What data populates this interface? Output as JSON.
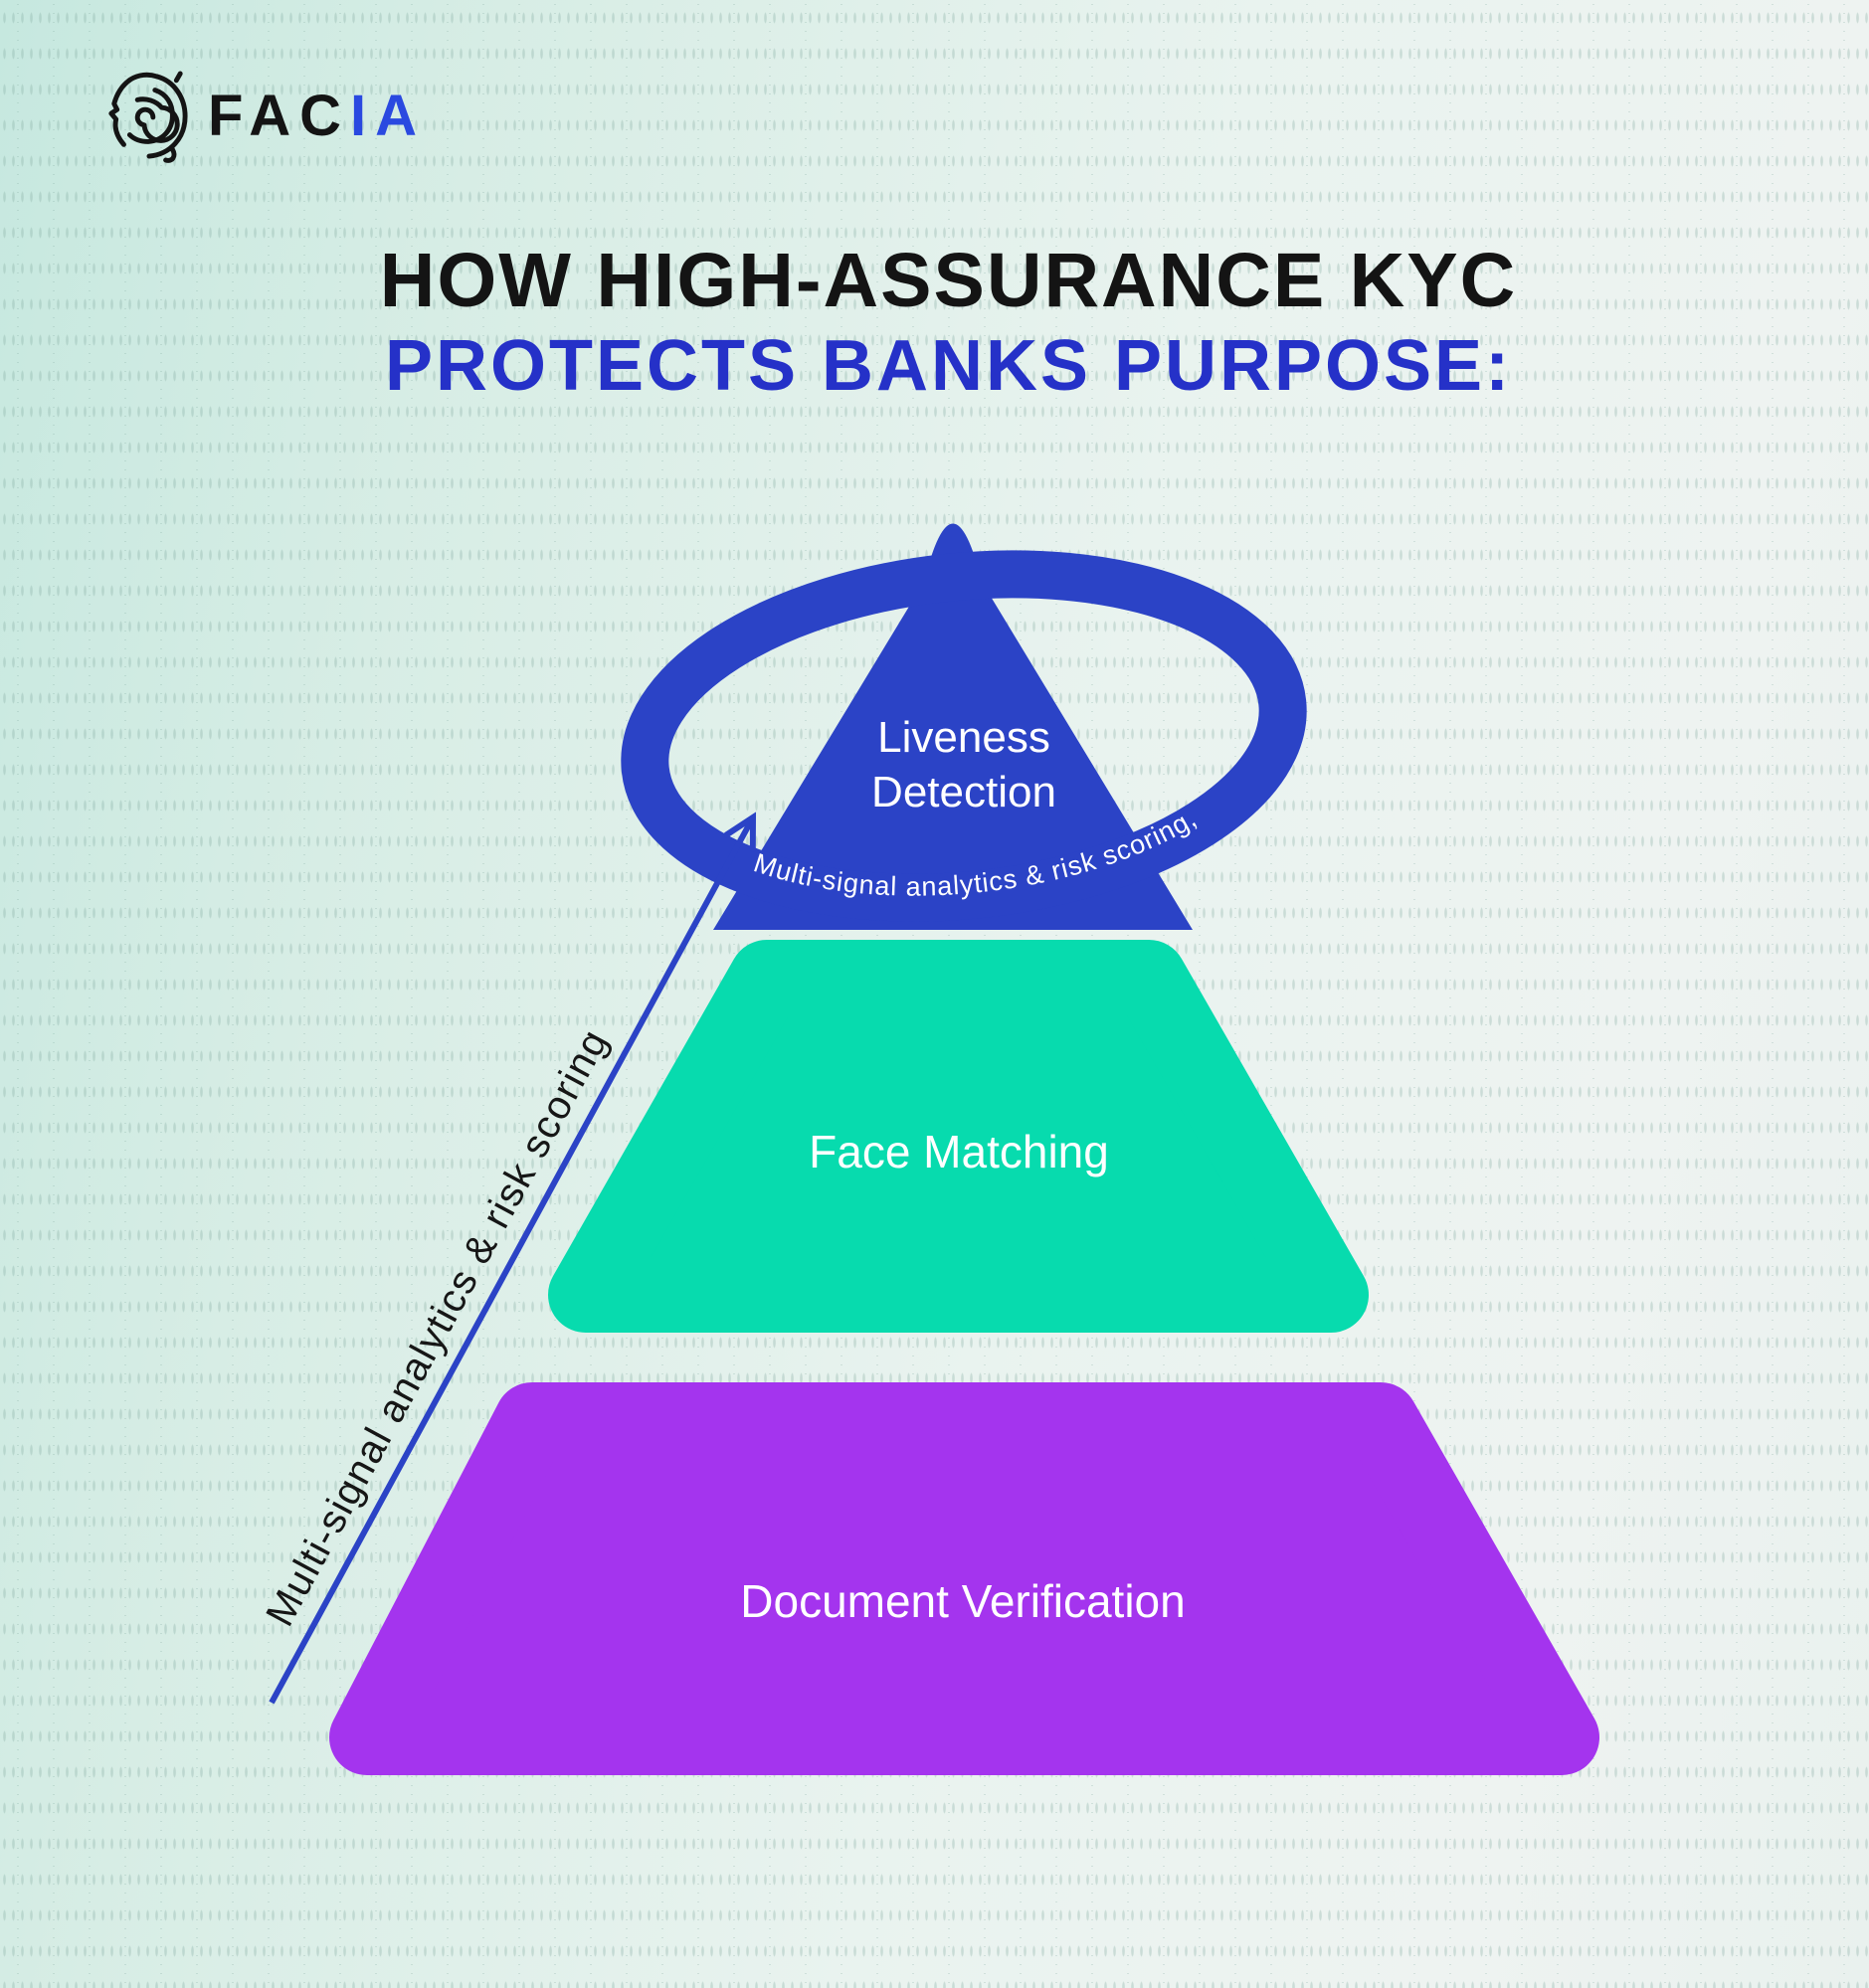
{
  "logo": {
    "brand_black": "FAC",
    "brand_blue": "IA"
  },
  "title": {
    "line1": "HOW HIGH-ASSURANCE KYC",
    "line2": "PROTECTS BANKS PURPOSE:"
  },
  "pyramid": {
    "layers": [
      {
        "label_line1": "Liveness",
        "label_line2": "Detection"
      },
      {
        "label": "Face Matching"
      },
      {
        "label": "Document Verification"
      }
    ]
  },
  "annotations": {
    "ring_caption": "Multi-signal analytics & risk scoring,",
    "axis_caption": "Multi-signal analytics & risk scoring"
  },
  "colors": {
    "accent_blue": "#2b43c6",
    "teal": "#07dbae",
    "purple": "#a434ee",
    "title_blue": "#2531c8",
    "logo_blue": "#2a49e0",
    "text_dark": "#141414",
    "text_light": "#ffffff"
  }
}
